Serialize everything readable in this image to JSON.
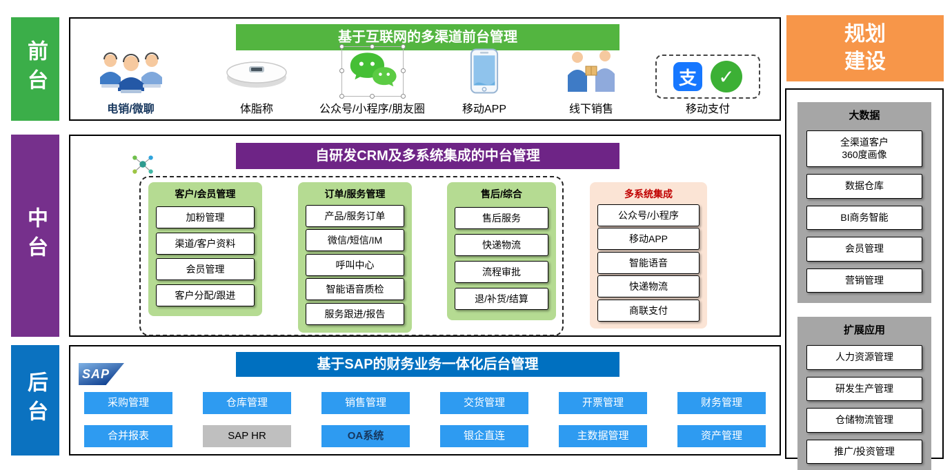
{
  "front": {
    "tier_label": "前台",
    "banner": "基于互联网的多渠道前台管理",
    "items": [
      {
        "label": "电销/微聊"
      },
      {
        "label": "体脂称"
      },
      {
        "label": "公众号/小程序/朋友圈"
      },
      {
        "label": "移动APP"
      },
      {
        "label": "线下销售"
      },
      {
        "label": "移动支付"
      }
    ]
  },
  "middle": {
    "tier_label": "中台",
    "banner": "自研发CRM及多系统集成的中台管理",
    "groups": [
      {
        "title": "客户/会员管理",
        "items": [
          "加粉管理",
          "渠道/客户资料",
          "会员管理",
          "客户分配/跟进"
        ]
      },
      {
        "title": "订单/服务管理",
        "items": [
          "产品/服务订单",
          "微信/短信/IM",
          "呼叫中心",
          "智能语音质检",
          "服务跟进/报告"
        ]
      },
      {
        "title": "售后/综合",
        "items": [
          "售后服务",
          "快递物流",
          "流程审批",
          "退/补货/结算"
        ]
      },
      {
        "title": "多系统集成",
        "items": [
          "公众号/小程序",
          "移动APP",
          "智能语音",
          "快递物流",
          "商联支付"
        ]
      }
    ]
  },
  "back": {
    "tier_label": "后台",
    "banner": "基于SAP的财务业务一体化后台管理",
    "sap_logo": "SAP",
    "row1": [
      "采购管理",
      "仓库管理",
      "销售管理",
      "交货管理",
      "开票管理",
      "财务管理"
    ],
    "row2": [
      "合并报表",
      "SAP HR",
      "OA系统",
      "银企直连",
      "主数据管理",
      "资产管理"
    ]
  },
  "right_panel": {
    "title": "规划\n建设",
    "sections": [
      {
        "title": "大数据",
        "items": [
          "全渠道客户\n360度画像",
          "数据仓库",
          "BI商务智能",
          "会员管理",
          "营销管理"
        ]
      },
      {
        "title": "扩展应用",
        "items": [
          "人力资源管理",
          "研发生产管理",
          "仓储物流管理",
          "推广/投资管理"
        ]
      }
    ]
  },
  "payment_icons": {
    "alipay_glyph": "支",
    "wechat_pay_glyph": "✓"
  },
  "palette": {
    "front_banner_green": "#53B540",
    "middle_banner_purple": "#6E2486",
    "back_banner_blue": "#0070C0",
    "tier_front_green": "#3BAE49",
    "tier_middle_purple": "#76308C",
    "tier_back_blue": "#0B72C0",
    "plan_orange": "#F79649",
    "group_light_green": "#B5DB92",
    "group_light_orange": "#FBE4D5",
    "module_button_blue": "#2E9BF1",
    "gray_section": "#A6A6A6",
    "multisystem_title_red": "#C00000"
  }
}
